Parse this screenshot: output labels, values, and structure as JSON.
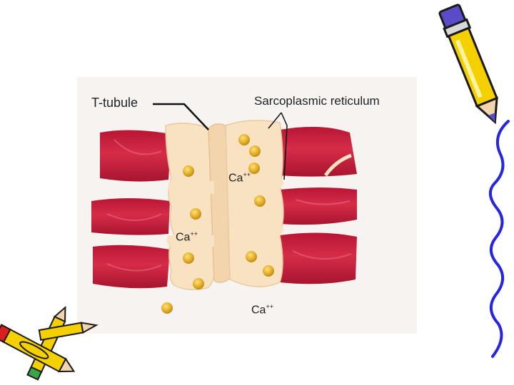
{
  "diagram": {
    "labels": {
      "t_tubule": "T-tubule",
      "sarcoplasmic_reticulum": "Sarcoplasmic reticulum",
      "ion": "Ca",
      "ion_charge": "++"
    }
  },
  "colors": {
    "muscle": "#c8203c",
    "muscle_dark": "#9e1530",
    "muscle_light": "#e86a80",
    "membrane": "#f8e2c2",
    "membrane_edge": "#e9caa0",
    "ion": "#e2ad25",
    "background_panel": "#f6f3f1",
    "pencil_yellow": "#f5d000",
    "pencil_outline": "#1a1a1a",
    "eraser_blue": "#5a4cc8",
    "squiggle": "#2626e0"
  },
  "decorations": [
    "pencil-icon",
    "squiggle-line",
    "pencil-cluster-icon"
  ]
}
